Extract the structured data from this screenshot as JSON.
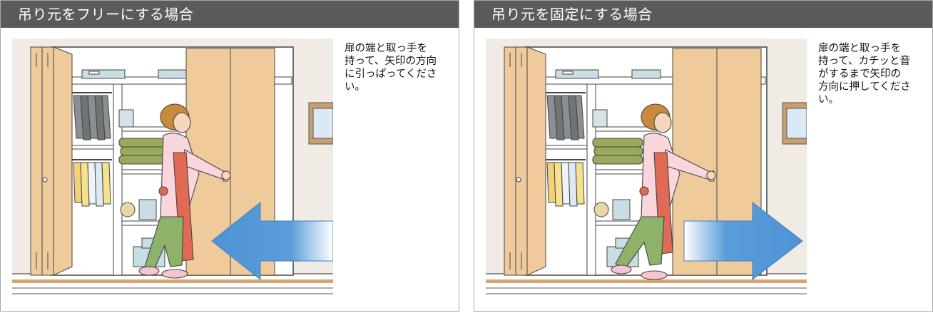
{
  "panels": [
    {
      "title": "吊り元をフリーにする場合",
      "description": "扉の端と取っ手を\n持って、矢印の方向\nに引っぱってくださ\nい。",
      "arrow_direction": "left"
    },
    {
      "title": "吊り元を固定にする場合",
      "description": "扉の端と取っ手を\n持って、カチッと音\nがするまで矢印の\n方向に押してくださ\nい。",
      "arrow_direction": "right"
    }
  ],
  "colors": {
    "header_bg": "#5a5a5a",
    "wall": "#f0ebe4",
    "door": "#efcb9c",
    "arrow": "#4e93d6",
    "apron": "#e06a55",
    "pants": "#8fb26a",
    "towels": "#9aaa5c"
  }
}
